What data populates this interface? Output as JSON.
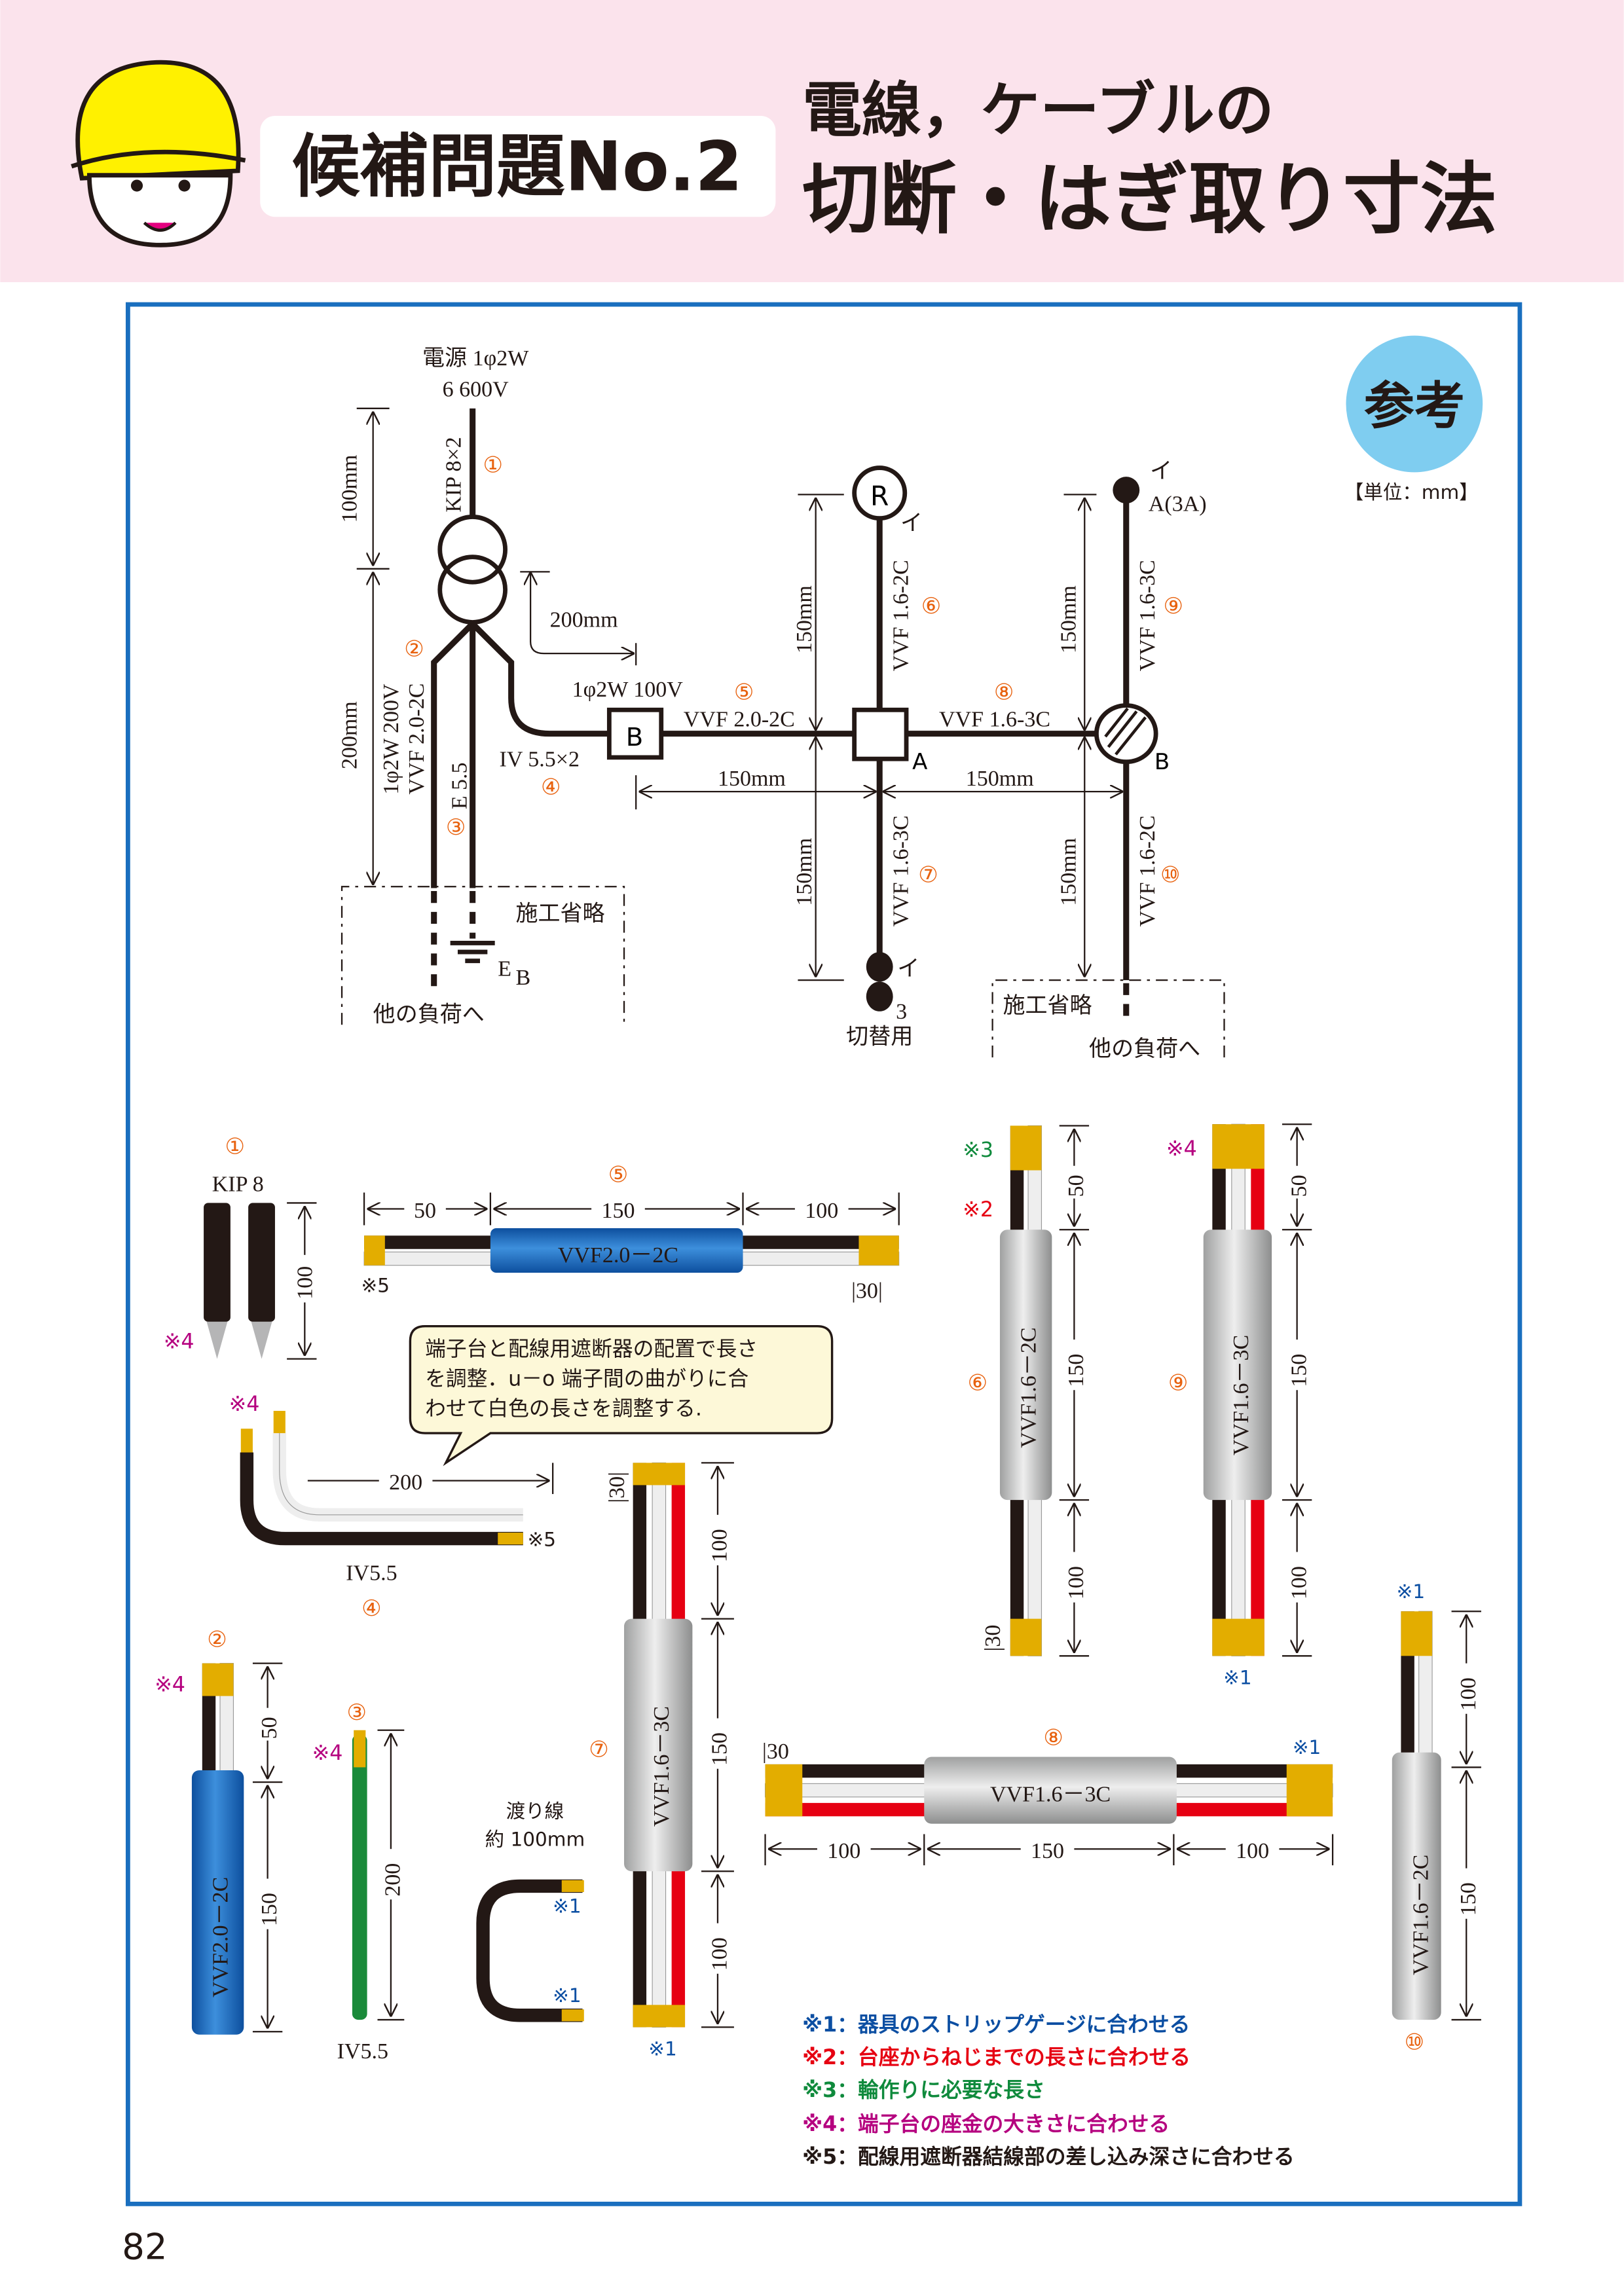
{
  "header": {
    "badge": "候補問題No.2",
    "title_line1": "電線，ケーブルの",
    "title_line2": "切断・はぎ取り寸法",
    "background": "#fbe3ec"
  },
  "reference": {
    "badge": "参考",
    "unit": "【単位：mm】"
  },
  "schematic": {
    "source1": "電源 1φ2W",
    "source2": "6 600V",
    "kip": "KIP 8×2",
    "dim_100": "100mm",
    "dim_200": "200mm",
    "dim_200_arrow": "200mm",
    "vvf200_1": "1φ2W 200V",
    "vvf200_2": "VVF 2.0-2C",
    "e55": "E 5.5",
    "iv55": "IV 5.5×2",
    "v100": "1φ2W 100V",
    "vvf20": "VVF 2.0-2C",
    "vvf16_3c_h": "VVF 1.6-3C",
    "vvf16_2c_r": "VVF 1.6-2C",
    "vvf16_3c_down": "VVF 1.6-3C",
    "vvf16_3c_up": "VVF 1.6-3C",
    "vvf16_2c_down": "VVF 1.6-2C",
    "dim_150": "150mm",
    "box_b": "B",
    "label_a": "A",
    "label_b": "B",
    "r": "R",
    "i": "イ",
    "a3a": "A(3A)",
    "three": "3",
    "switch_use": "切替用",
    "omitted": "施工省略",
    "other_load": "他の負荷へ",
    "eb": "E",
    "eb_sub": "B"
  },
  "circled": [
    "①",
    "②",
    "③",
    "④",
    "⑤",
    "⑥",
    "⑦",
    "⑧",
    "⑨",
    "⑩"
  ],
  "marks": {
    "m1": "※1",
    "m2": "※2",
    "m3": "※3",
    "m4": "※4",
    "m5": "※5"
  },
  "parts": {
    "kip_label": "KIP 8",
    "iv55": "IV5.5",
    "vvf20_2c": "VVF2.0－2C",
    "vvf16_3c": "VVF1.6－3C",
    "vvf16_2c": "VVF1.6－2C",
    "jumper1": "渡り線",
    "jumper2": "約 100mm",
    "d30": "|30|",
    "d30b": "|30",
    "n50": "50",
    "n100": "100",
    "n150": "150",
    "n200": "200"
  },
  "bubble": [
    "端子台と配線用遮断器の配置で長さ",
    "を調整．u－o 端子間の曲がりに合",
    "わせて白色の長さを調整する."
  ],
  "notes": [
    {
      "text": "※1：器具のストリップゲージに合わせる",
      "color": "#0b4ea2"
    },
    {
      "text": "※2：台座からねじまでの長さに合わせる",
      "color": "#e60012"
    },
    {
      "text": "※3：輪作りに必要な長さ",
      "color": "#0f8a3c"
    },
    {
      "text": "※4：端子台の座金の大きさに合わせる",
      "color": "#b5007f"
    },
    {
      "text": "※5：配線用遮断器結線部の差し込み深さに合わせる",
      "color": "#231815"
    }
  ],
  "page_number": "82",
  "colors": {
    "frame": "#1a6fbf",
    "accent_orange": "#e8620f",
    "reference_badge": "#7fcdf0",
    "sheath_blue": "#1f6fc0",
    "sheath_gray": "#c8c9ca"
  }
}
